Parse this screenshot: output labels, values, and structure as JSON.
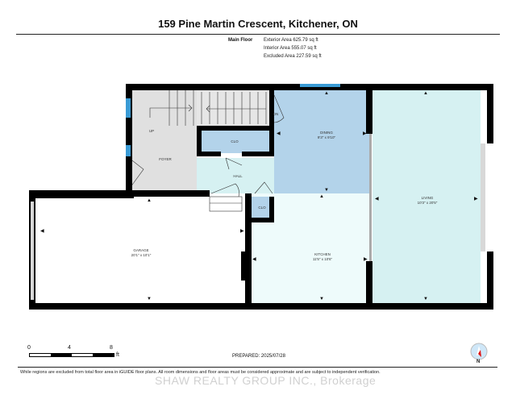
{
  "header": {
    "title": "159 Pine Martin Crescent, Kitchener, ON",
    "floor_label": "Main Floor",
    "areas": [
      "Exterior Area 625.79 sq ft",
      "Interior Area 555.07 sq ft",
      "Excluded Area 227.59 sq ft"
    ]
  },
  "rooms": {
    "foyer": {
      "name": "FOYER",
      "dims": ""
    },
    "up": {
      "name": "UP"
    },
    "dn": {
      "name": "DN"
    },
    "clo1": {
      "name": "CLO"
    },
    "clo2": {
      "name": "CLO"
    },
    "hall": {
      "name": "HALL",
      "dims": ""
    },
    "dining": {
      "name": "DINING",
      "dims": "9'3\" x 9'10\""
    },
    "living": {
      "name": "LIVING",
      "dims": "10'3\" x 20'5\""
    },
    "kitchen": {
      "name": "KITCHEN",
      "dims": "11'5\" x 10'6\""
    },
    "garage": {
      "name": "GARAGE",
      "dims": "20'1\" x 10'1\""
    }
  },
  "colors": {
    "grey_room": "#e0e0e0",
    "blue_room": "#b3d3ea",
    "light_teal_room": "#d6f1f2",
    "pale_room": "#eefbfb",
    "window": "#3a9bd5",
    "wall": "#000000"
  },
  "scale_bar": {
    "ticks": [
      "0",
      "4",
      "8"
    ],
    "unit": "ft"
  },
  "prepared": "PREPARED: 2025/07/28",
  "disclaimer": "While regions are excluded from total floor area in iGUIDE floor plans. All room dimensions and floor areas must be considered approximate and are subject to independent verification.",
  "watermark": "SHAW REALTY GROUP INC., Brokerage",
  "compass": {
    "label": "N"
  }
}
